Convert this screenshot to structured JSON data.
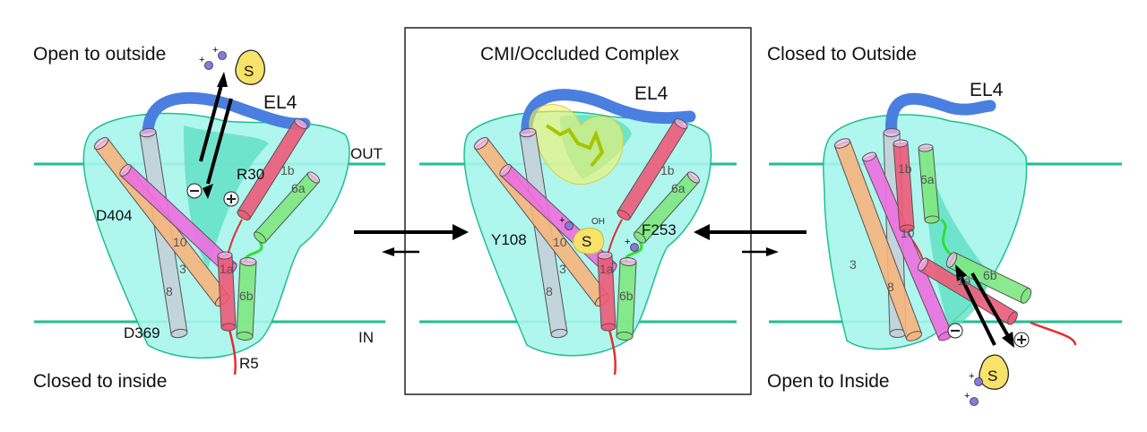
{
  "panels": [
    {
      "title": "Open to outside",
      "bottom": "Closed to inside",
      "loop": "EL4",
      "out": "OUT",
      "in": "IN",
      "residues": [
        "D404",
        "R30",
        "D369",
        "R5"
      ],
      "substrate": "S"
    },
    {
      "title": "CMI/Occluded Complex",
      "loop": "EL4",
      "residues": [
        "Y108",
        "F253"
      ],
      "oh": "OH",
      "substrate": "S"
    },
    {
      "title": "Closed to Outside",
      "bottom": "Open to Inside",
      "loop": "EL4",
      "substrate": "S"
    }
  ],
  "helices": [
    "8",
    "3",
    "10",
    "1b",
    "6a",
    "1a",
    "6b"
  ],
  "colors": {
    "membrane": "#1fbf8f",
    "body": "#a6f5ec",
    "vestibule": "#5fe0c4",
    "el4": "#4a7fe0",
    "h8": "#c4d2d8",
    "h3": "#f7b57c",
    "h10": "#ee6ee0",
    "h1": "#ee5a78",
    "h6": "#7ee87e",
    "substrate": "#f7e26a",
    "ion": "#8a78e0"
  },
  "ion_charge": "+"
}
